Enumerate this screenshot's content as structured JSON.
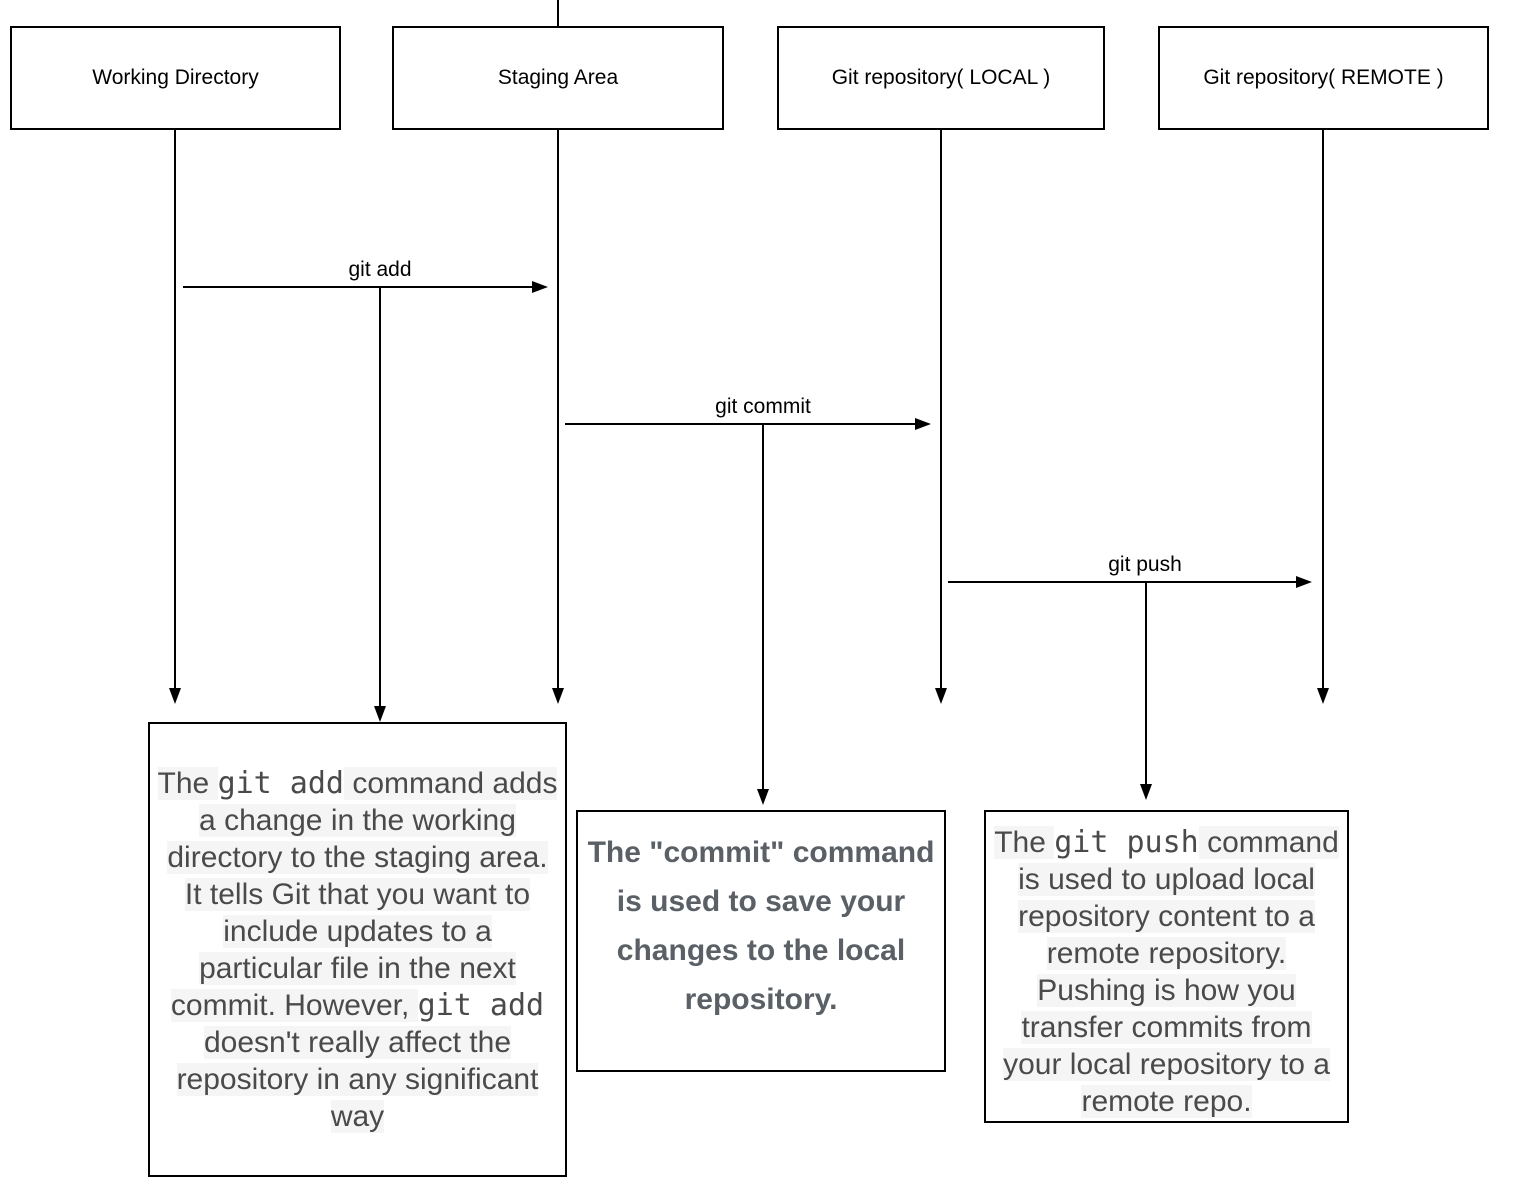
{
  "lanes": [
    {
      "label": "Working Directory"
    },
    {
      "label": "Staging Area"
    },
    {
      "label": "Git repository( LOCAL )"
    },
    {
      "label": "Git repository( REMOTE )"
    }
  ],
  "arrows": [
    {
      "label": "git add"
    },
    {
      "label": "git commit"
    },
    {
      "label": "git push"
    }
  ],
  "notes": {
    "add": {
      "segments": [
        {
          "t": "The ",
          "hl": true
        },
        {
          "t": "git add",
          "mono": true
        },
        {
          "t": " command adds\na change in the working\ndirectory to the staging area.\nIt tells Git that you want to\ninclude updates to a\nparticular file in the next\ncommit. However, ",
          "hl": true
        },
        {
          "t": "git add",
          "mono": true
        },
        {
          "t": "\ndoesn't really affect the\nrepository in any significant\nway",
          "hl": true
        }
      ]
    },
    "commit": {
      "segments": [
        {
          "t": "The \"commit\" command\nis used to save your\nchanges to the local\nrepository."
        }
      ]
    },
    "push": {
      "segments": [
        {
          "t": "The ",
          "hl": true
        },
        {
          "t": "git push",
          "mono": true
        },
        {
          "t": " command\nis used to upload local\nrepository content to a\nremote repository.\nPushing is how you\ntransfer commits from\nyour local repository to a\nremote repo.",
          "hl": true
        }
      ]
    }
  },
  "colors": {
    "line": "#000000",
    "note_text": "#4a4a4a",
    "commit_text": "#5a6065",
    "highlight": "#f5f5f5",
    "box_bg": "#ffffff"
  }
}
